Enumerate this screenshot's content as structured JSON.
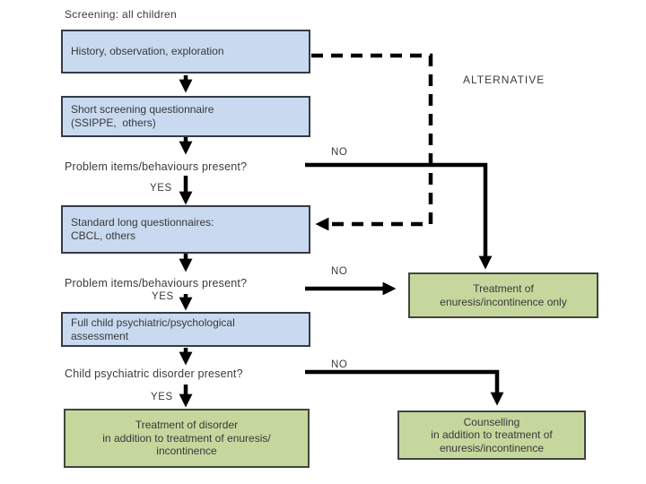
{
  "title": "Screening: all children",
  "boxes": {
    "history": {
      "lines": [
        "History, observation, exploration"
      ]
    },
    "short_screening": {
      "lines": [
        "Short screening questionnaire",
        "(SSIPPE,  others)"
      ]
    },
    "standard_long": {
      "lines": [
        "Standard long questionnaires:",
        "CBCL, others"
      ]
    },
    "full_assessment": {
      "lines": [
        "Full child psychiatric/psychological",
        "assessment"
      ]
    },
    "treatment_disorder": {
      "lines": [
        "Treatment of disorder",
        "in addition to treatment of enuresis/",
        "incontinence"
      ]
    },
    "treatment_only": {
      "lines": [
        "Treatment of",
        "enuresis/incontinence only"
      ]
    },
    "counselling": {
      "lines": [
        "Counselling",
        "in addition to treatment of",
        "enuresis/incontinence"
      ]
    }
  },
  "questions": {
    "q1": "Problem items/behaviours present?",
    "q2": "Problem items/behaviours present?",
    "q3": "Child psychiatric disorder present?"
  },
  "labels": {
    "yes": "YES",
    "no": "NO",
    "alternative": "ALTERNATIVE"
  },
  "colors": {
    "background": "#ffffff",
    "process_box_fill": "#c9daf0",
    "process_box_border": "#333c46",
    "outcome_box_fill": "#c6d79e",
    "outcome_box_border": "#41463a",
    "arrow": "#000000",
    "text": "#3b3b3b"
  }
}
